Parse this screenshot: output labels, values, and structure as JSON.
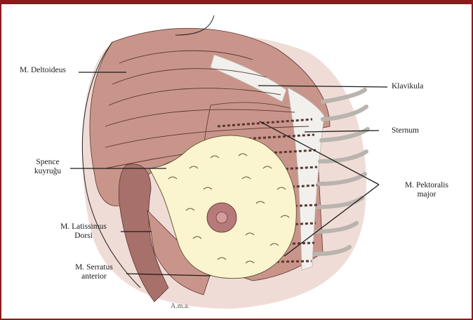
{
  "colors": {
    "frame": "#8b1a1a",
    "muscle": "#c9958a",
    "muscle_dark": "#a8706a",
    "muscle_line": "#5a3530",
    "fat": "#fbf5cf",
    "bone": "#f2f0ec",
    "areola": "#b77a7a",
    "halo": "#e9cdc6"
  },
  "labels": {
    "deltoideus": "M. Deltoideus",
    "klavikula": "Klavikula",
    "sternum": "Sternum",
    "spence_1": "Spence",
    "spence_2": "kuyruğu",
    "pektoralis_1": "M. Pektoralis",
    "pektoralis_2": "major",
    "latissimus_1": "M. Latissimus",
    "latissimus_2": "Dorsi",
    "serratus_1": "M. Serratus",
    "serratus_2": "anterior",
    "signature": "A.m.a."
  }
}
